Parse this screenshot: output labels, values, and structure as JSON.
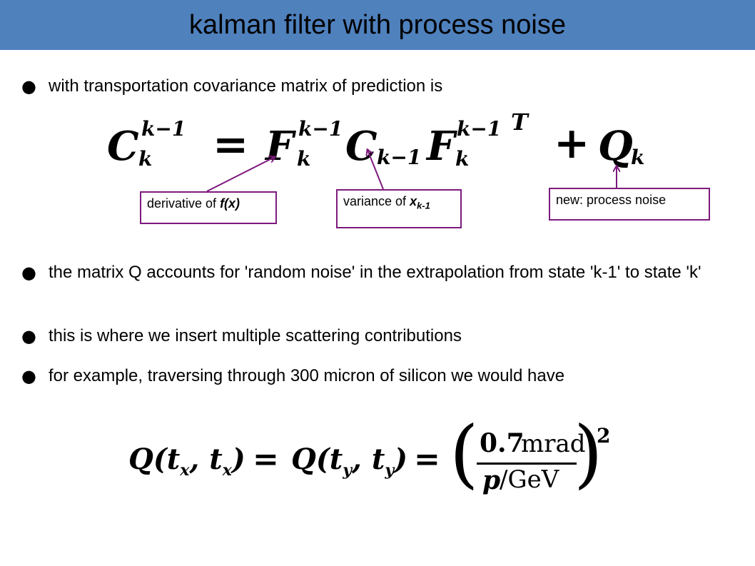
{
  "slide": {
    "title": "kalman filter with process noise",
    "accent_color": "#4f81bd",
    "annotation_color": "#7d1a7d"
  },
  "bullets": [
    {
      "marker": "●",
      "text": "with transportation covariance matrix of prediction is"
    },
    {
      "marker": "●",
      "text": "the matrix Q  accounts for 'random noise' in the extrapolation from state 'k-1' to state 'k'"
    },
    {
      "marker": "●",
      "text": "this is where we insert multiple scattering contributions"
    },
    {
      "marker": "●",
      "text": "for example, traversing through 300 micron of silicon we would have"
    }
  ],
  "equation1": {
    "lhs_base": "C",
    "lhs_sub": "k",
    "lhs_sup": "k−1",
    "equals": "=",
    "f_base": "F",
    "f_sub": "k",
    "f_sup": "k−1",
    "c_base": "C",
    "c_sub": "k−1",
    "ft_base": "F",
    "ft_sub": "k",
    "ft_sup": "k−1",
    "ft_transpose": "T",
    "plus": "+",
    "q_base": "Q",
    "q_sub": "k"
  },
  "annotations": {
    "derivative": {
      "prefix": "derivative of ",
      "emph": "f(x)"
    },
    "variance": {
      "prefix": "variance of ",
      "var": "x",
      "sub": "k-1"
    },
    "process_noise": {
      "text": "new: process noise"
    }
  },
  "equation2": {
    "q1": "Q(t",
    "q1_sub1": "x",
    "q1_mid": ", t",
    "q1_sub2": "x",
    "q1_close": ")",
    "eq1": "=",
    "q2": "Q(t",
    "q2_sub1": "y",
    "q2_mid": ", t",
    "q2_sub2": "y",
    "q2_close": ")",
    "eq2": "=",
    "lparen": "(",
    "numerator_value": "0.7",
    "numerator_unit": "mrad",
    "denominator_var": "p",
    "denominator_unit": "/GeV",
    "rparen": ")",
    "exponent": "2"
  }
}
